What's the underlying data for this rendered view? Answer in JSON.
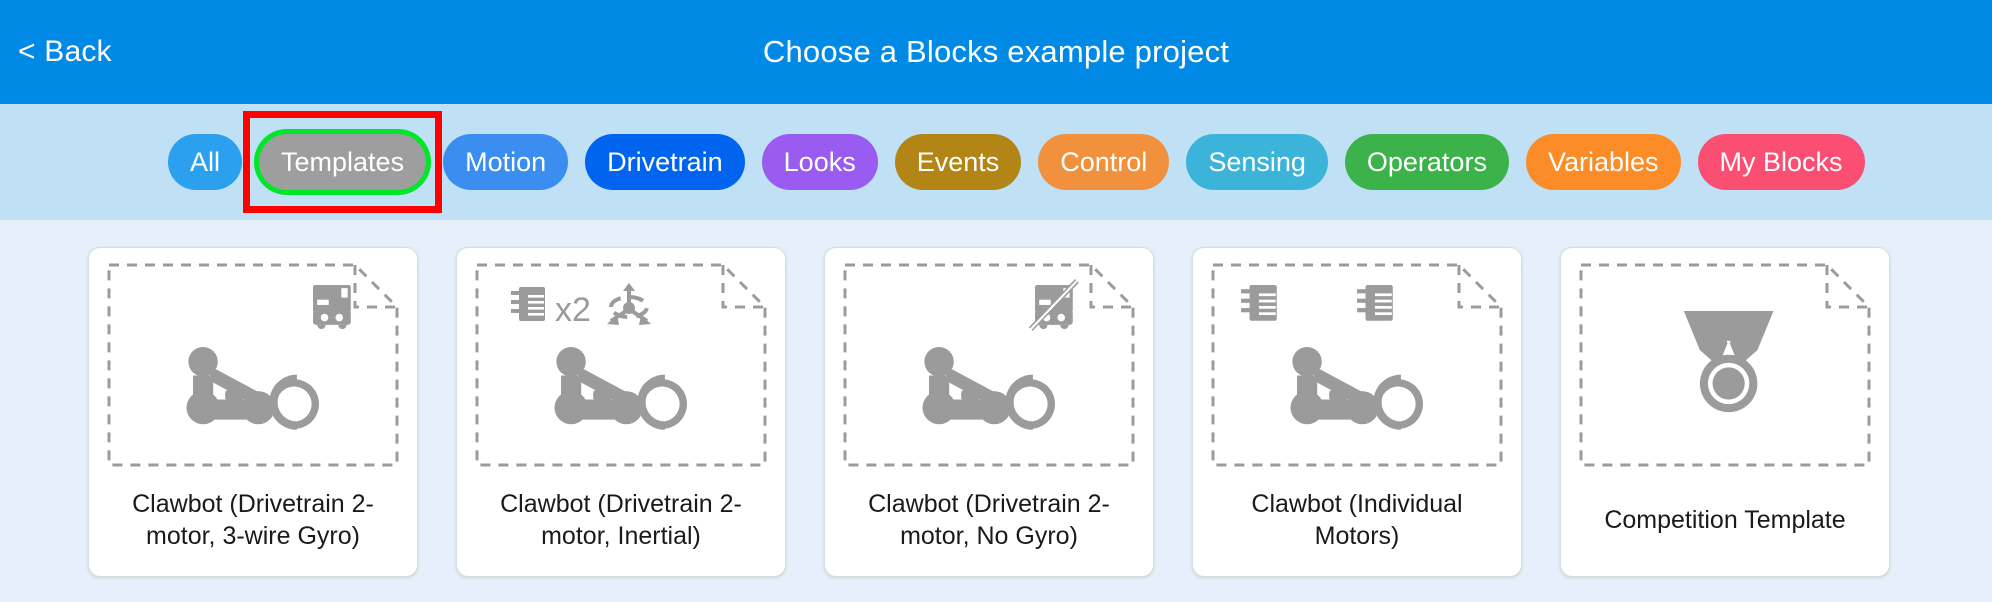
{
  "header": {
    "back_label": "< Back",
    "title": "Choose a Blocks example project",
    "bg_color": "#008ae6"
  },
  "categories": {
    "bar_bg": "#bfe0f5",
    "highlight_color": "#ff0000",
    "selected_outline_color": "#00e628",
    "items": [
      {
        "label": "All",
        "color": "#2aa0ee",
        "selected": false
      },
      {
        "label": "Templates",
        "color": "#9e9e9e",
        "selected": true
      },
      {
        "label": "Motion",
        "color": "#3b8ef0",
        "selected": false
      },
      {
        "label": "Drivetrain",
        "color": "#0064ee",
        "selected": false
      },
      {
        "label": "Looks",
        "color": "#9a5bf0",
        "selected": false
      },
      {
        "label": "Events",
        "color": "#b38416",
        "selected": false
      },
      {
        "label": "Control",
        "color": "#f2913d",
        "selected": false
      },
      {
        "label": "Sensing",
        "color": "#3cb4d9",
        "selected": false
      },
      {
        "label": "Operators",
        "color": "#3cb34a",
        "selected": false
      },
      {
        "label": "Variables",
        "color": "#fb8c28",
        "selected": false
      },
      {
        "label": "My Blocks",
        "color": "#fa4f72",
        "selected": false
      }
    ]
  },
  "projects": {
    "icon_color": "#9b9b9b",
    "cards": [
      {
        "title": "Clawbot (Drivetrain 2-motor, 3-wire Gyro)",
        "thumb_icons": [
          "gyro-sensor-icon",
          "clawbot-robot-icon"
        ]
      },
      {
        "title": "Clawbot (Drivetrain 2-motor, Inertial)",
        "thumb_icons": [
          "motor-icon",
          "x2-multiplier-label",
          "inertial-sensor-icon",
          "clawbot-robot-icon"
        ],
        "multiplier": "x2"
      },
      {
        "title": "Clawbot (Drivetrain 2-motor, No Gyro)",
        "thumb_icons": [
          "gyro-sensor-disabled-icon",
          "clawbot-robot-icon"
        ]
      },
      {
        "title": "Clawbot (Individual Motors)",
        "thumb_icons": [
          "motor-icon",
          "motor-icon",
          "clawbot-robot-icon"
        ]
      },
      {
        "title": "Competition Template",
        "thumb_icons": [
          "medal-icon"
        ]
      }
    ]
  }
}
